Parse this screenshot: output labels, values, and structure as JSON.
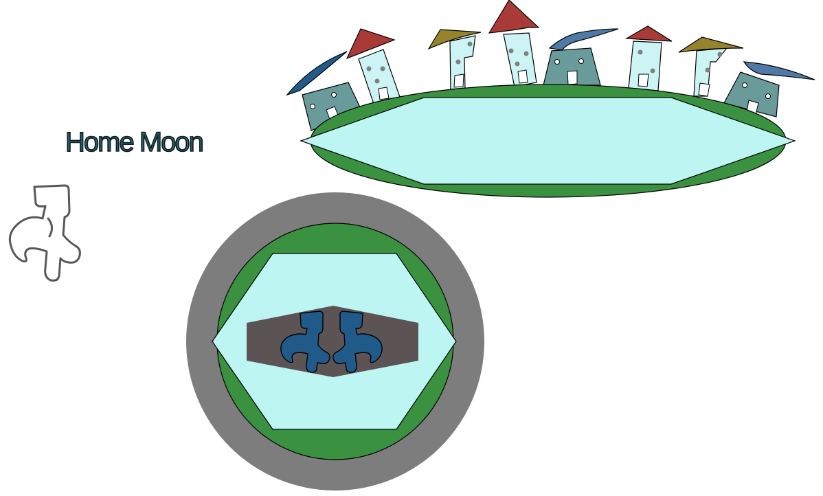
{
  "title": "Home Moon",
  "colors": {
    "background": "#ffffff",
    "grass": "#3a9140",
    "water": "#bdf5f3",
    "rock": "#7d7d7d",
    "core": "#5c5355",
    "creature": "#1f5a88",
    "title_fill": "#2e5e6a",
    "title_outline": "#0d1d22",
    "roof_red": "#a83b37",
    "roof_olive": "#96832c",
    "roof_blue": "#4f7aa6",
    "roof_navy": "#235b88",
    "house_teal": "#6a9b9b",
    "house_light": "#cdf4f4",
    "window_dot": "#808080"
  },
  "icons": {
    "moon_icon": "curly-moon-creature-outline-icon",
    "planet": "planet-with-village-illustration",
    "core_view": "moon-core-cross-section-illustration"
  }
}
